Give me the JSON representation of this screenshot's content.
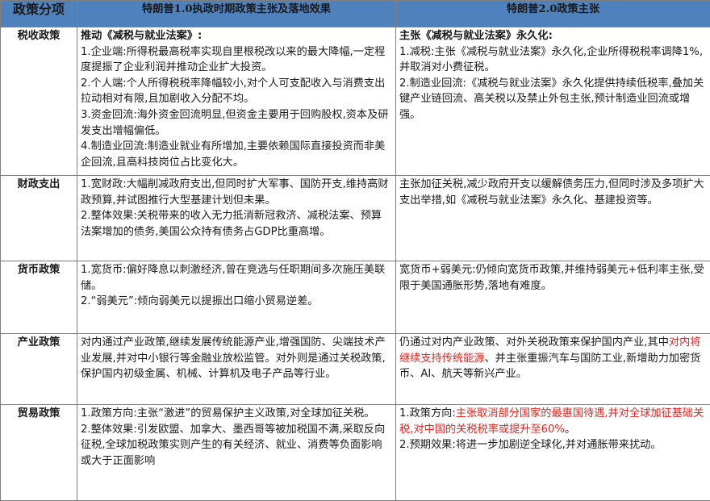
{
  "headers": {
    "category": "政策分项",
    "trump1": "特朗普1.0执政时期政策主张及落地效果",
    "trump2": "特朗普2.0政策主张"
  },
  "rows": [
    {
      "category": "税收政策",
      "trump1": {
        "title": "推动《减税与就业法案》:",
        "paragraphs": [
          "1.企业端:所得税最高税率实现自里根税改以来的最大降幅,一定程度提振了企业利润并推动企业扩大投资。",
          "2.个人端:个人所得税税率降幅较小,对个人可支配收入与消费支出拉动相对有限,且加剧收入分配不均。",
          "3.资金回流:海外资金回流明显,但资金主要用于回购股权,资本及研发支出增幅偏低。",
          "4.制造业回流:制造业就业有所增加,主要依赖国际直接投资而非美企回流,且高科技岗位占比变化大。"
        ]
      },
      "trump2": {
        "title": "主张《减税与就业法案》永久化:",
        "paragraphs": [
          "1.减税:主张《减税与就业法案》永久化,企业所得税税率调降1%,并取消对小费征税。",
          "2.制造业回流:《减税与就业法案》永久化提供持续低税率,叠加关键产业链回流、高关税以及禁止外包主张,预计制造业回流或增强。"
        ]
      }
    },
    {
      "category": "财政支出",
      "trump1": {
        "paragraphs": [
          "1.宽财政:大幅削减政府支出,但同时扩大军事、国防开支,维持高财政预算,并试图推行大型基建计划但未果。",
          "2.整体效果:关税带来的收入无力抵消新冠救济、减税法案、预算法案增加的债务,美国公众持有债务占GDP比重高增。"
        ]
      },
      "trump2": {
        "paragraphs": [
          "主张加征关税,减少政府开支以缓解债务压力,但同时涉及多项扩大支出举措,如《减税与就业法案》永久化、基建投资等。"
        ]
      }
    },
    {
      "category": "货币政策",
      "trump1": {
        "paragraphs": [
          "1.宽货币:偏好降息以刺激经济,曾在竞选与任职期间多次施压美联储。",
          "2.“弱美元”:倾向弱美元以提振出口缩小贸易逆差。"
        ]
      },
      "trump2": {
        "paragraphs": [
          "宽货币+弱美元:仍倾向宽货币政策,并维持弱美元+低利率主张,受限于美国通胀形势,落地有难度。"
        ]
      }
    },
    {
      "category": "产业政策",
      "trump1": {
        "paragraphs": [
          "对内通过产业政策,继续发展传统能源产业,增强国防、尖端技术产业发展,并对中小银行等金融业放松监管。对外则是通过关税政策,保护国内初级金属、机械、计算机及电子产品等行业。"
        ]
      },
      "trump2": {
        "before": "仍通过对内产业政策、对外关税政策来保护国内产业,其中",
        "red": "对内将继续支持传统能源",
        "after": "、并主张重振汽车与国防工业,新增助力加密货币、AI、航天等新兴产业。"
      }
    },
    {
      "category": "贸易政策",
      "trump1": {
        "paragraphs": [
          "1.政策方向:主张“激进”的贸易保护主义政策,对全球加征关税。",
          "2.整体效果:引发欧盟、加拿大、墨西哥等被加税国不满,采取反向征税,全球加税政策实则产生的有关经济、就业、消费等负面影响或大于正面影响"
        ]
      },
      "trump2": {
        "p1_before": "1.政策方向:",
        "p1_red": "主张取消部分国家的最惠国待遇,并对全球加征基础关税,对中国的关税税率或提升至60%",
        "p1_after": "。",
        "p2": "2.预期效果:将进一步加剧逆全球化,并对通胀带来扰动。"
      }
    }
  ],
  "colors": {
    "header_bg": "#4f81bd",
    "header_text": "#ffffff",
    "border": "#7f7f7f",
    "highlight_red": "#e8231f"
  }
}
